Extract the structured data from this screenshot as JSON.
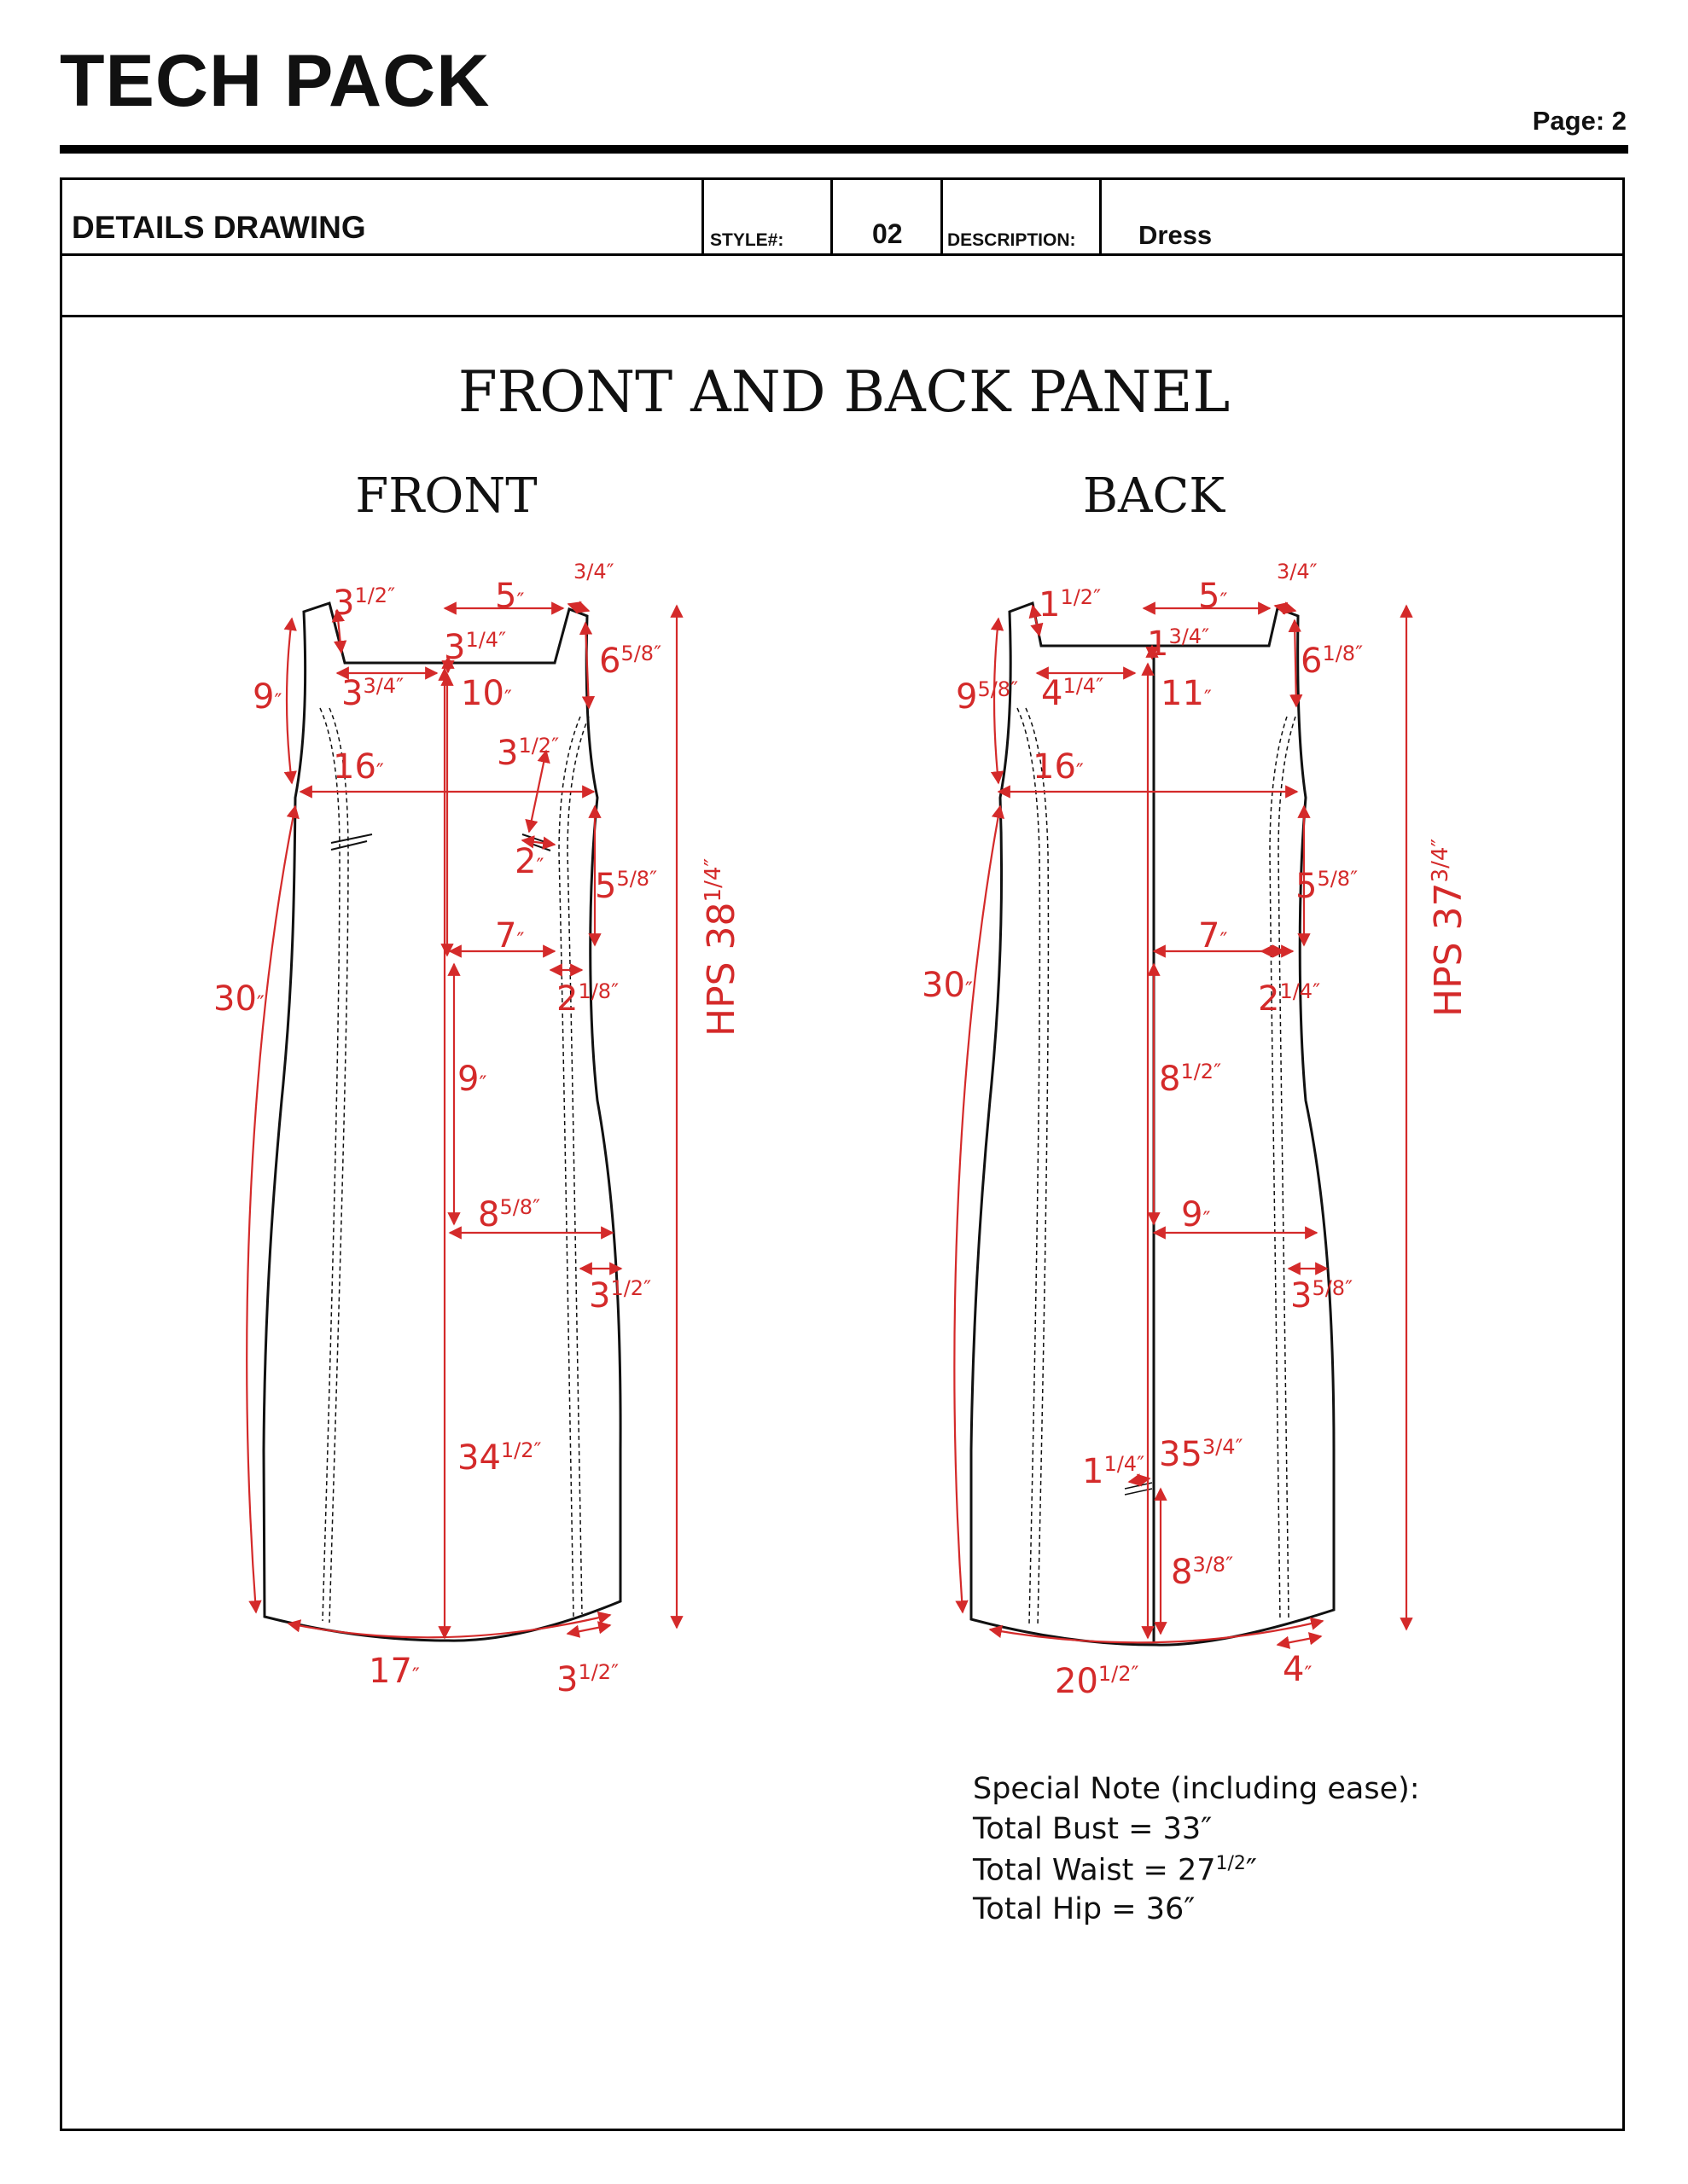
{
  "header": {
    "title": "TECH PACK",
    "page": "Page: 2",
    "section": "DETAILS DRAWING",
    "style_label": "STYLE#:",
    "style_value": "02",
    "description_label": "DESCRIPTION:",
    "description_value": "Dress"
  },
  "drawing": {
    "title": "FRONT AND BACK PANEL",
    "front_label": "FRONT",
    "back_label": "BACK",
    "colors": {
      "outline": "#111111",
      "measure": "#d42a2a"
    },
    "front_measurements": [
      {
        "whole": "3",
        "frac": "1/2",
        "unit": "″"
      },
      {
        "whole": "5",
        "frac": "",
        "unit": "″"
      },
      {
        "whole": "",
        "frac": "3/4",
        "unit": "″"
      },
      {
        "whole": "3",
        "frac": "1/4",
        "unit": "″"
      },
      {
        "whole": "6",
        "frac": "5/8",
        "unit": "″"
      },
      {
        "whole": "9",
        "frac": "",
        "unit": "″"
      },
      {
        "whole": "3",
        "frac": "3/4",
        "unit": "″"
      },
      {
        "whole": "10",
        "frac": "",
        "unit": "″"
      },
      {
        "whole": "3",
        "frac": "1/2",
        "unit": "″"
      },
      {
        "whole": "16",
        "frac": "",
        "unit": "″"
      },
      {
        "whole": "2",
        "frac": "",
        "unit": "″"
      },
      {
        "whole": "5",
        "frac": "5/8",
        "unit": "″"
      },
      {
        "whole": "7",
        "frac": "",
        "unit": "″"
      },
      {
        "whole": "30",
        "frac": "",
        "unit": "″"
      },
      {
        "whole": "2",
        "frac": "1/8",
        "unit": "″"
      },
      {
        "whole": "9",
        "frac": "",
        "unit": "″"
      },
      {
        "whole": "8",
        "frac": "5/8",
        "unit": "″"
      },
      {
        "whole": "3",
        "frac": "1/2",
        "unit": "″"
      },
      {
        "whole": "34",
        "frac": "1/2",
        "unit": "″"
      },
      {
        "whole": "17",
        "frac": "",
        "unit": "″"
      },
      {
        "whole": "3",
        "frac": "1/2",
        "unit": "″"
      }
    ],
    "front_hps": {
      "prefix": "HPS 38",
      "frac": "1/4",
      "unit": "″"
    },
    "back_measurements": [
      {
        "whole": "1",
        "frac": "1/2",
        "unit": "″"
      },
      {
        "whole": "5",
        "frac": "",
        "unit": "″"
      },
      {
        "whole": "",
        "frac": "3/4",
        "unit": "″"
      },
      {
        "whole": "1",
        "frac": "3/4",
        "unit": "″"
      },
      {
        "whole": "6",
        "frac": "1/8",
        "unit": "″"
      },
      {
        "whole": "9",
        "frac": "5/8",
        "unit": "″"
      },
      {
        "whole": "4",
        "frac": "1/4",
        "unit": "″"
      },
      {
        "whole": "11",
        "frac": "",
        "unit": "″"
      },
      {
        "whole": "16",
        "frac": "",
        "unit": "″"
      },
      {
        "whole": "5",
        "frac": "5/8",
        "unit": "″"
      },
      {
        "whole": "7",
        "frac": "",
        "unit": "″"
      },
      {
        "whole": "30",
        "frac": "",
        "unit": "″"
      },
      {
        "whole": "2",
        "frac": "1/4",
        "unit": "″"
      },
      {
        "whole": "8",
        "frac": "1/2",
        "unit": "″"
      },
      {
        "whole": "9",
        "frac": "",
        "unit": "″"
      },
      {
        "whole": "3",
        "frac": "5/8",
        "unit": "″"
      },
      {
        "whole": "1",
        "frac": "1/4",
        "unit": "″"
      },
      {
        "whole": "35",
        "frac": "3/4",
        "unit": "″"
      },
      {
        "whole": "8",
        "frac": "3/8",
        "unit": "″"
      },
      {
        "whole": "20",
        "frac": "1/2",
        "unit": "″"
      },
      {
        "whole": "4",
        "frac": "",
        "unit": "″"
      }
    ],
    "back_hps": {
      "prefix": "HPS 37",
      "frac": "3/4",
      "unit": "″"
    }
  },
  "special_note": {
    "heading": "Special Note (including ease):",
    "bust": "Total Bust = 33″",
    "waist_prefix": "Total Waist = 27",
    "waist_frac": "1/2",
    "waist_unit": "″",
    "hip": "Total Hip = 36″"
  }
}
